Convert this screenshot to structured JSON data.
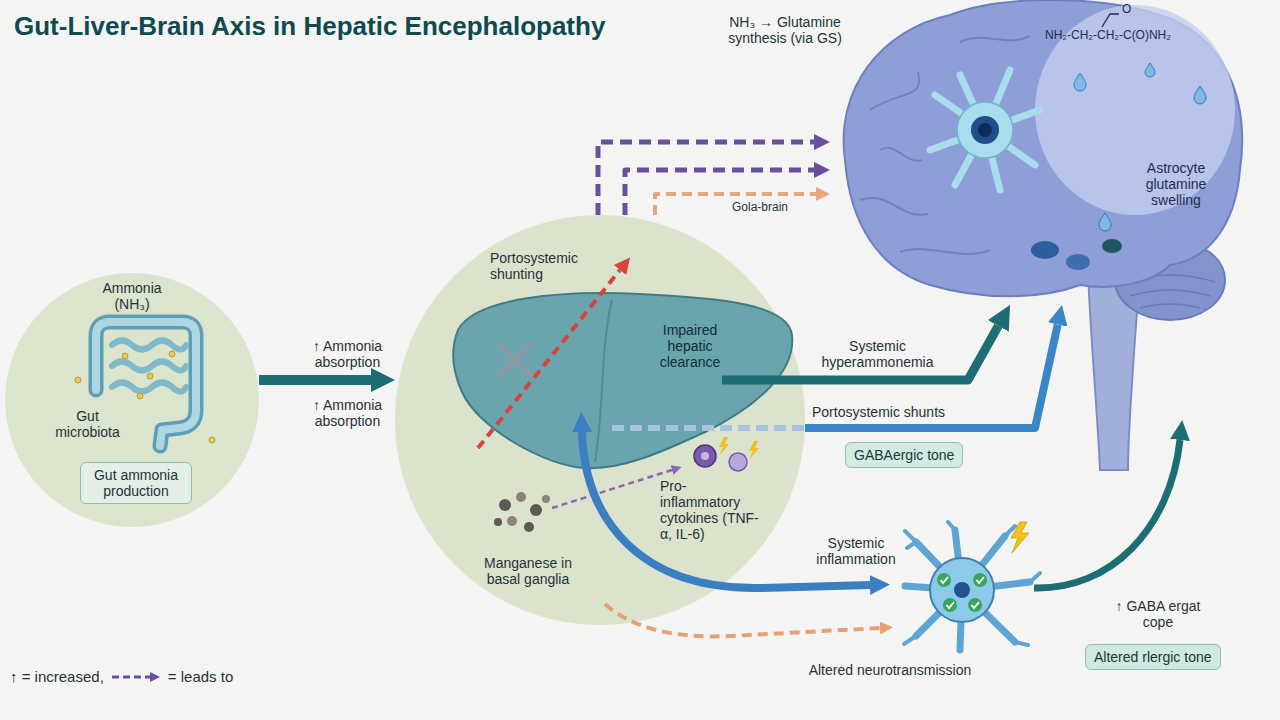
{
  "diagram": {
    "title": "Gut-Liver-Brain Axis in Hepatic Encephalopathy",
    "nodes": [
      {
        "text": [
          "Ammonia (NH₃)",
          "Gut microbiota"
        ]
      },
      {
        "text": [
          "Gut ammonia production"
        ],
        "in": 0
      },
      {
        "text": [
          "Portosystemic shunting",
          "Impaired hepatic clearance",
          "Pro-inflammatory cytokines (TNF-α, IL-6)",
          "Manganese in basal ganglia"
        ]
      },
      {
        "text": [
          "NH₂-CH₂-CH₂-C(O)NH₂",
          "Astrocyte glutamine swelling"
        ]
      },
      {
        "text": [
          "GABAergic tone"
        ]
      },
      {
        "text": [
          "Altered rlergic tone"
        ]
      }
    ],
    "edges": [
      {
        "from": 0,
        "to": 2,
        "label": "↑ Ammonia absorption",
        "arrow": "to"
      },
      {
        "from": 2,
        "to": 3,
        "label": "NH₃ → Glutamine synthesis (via GS)",
        "arrow": "to"
      },
      {
        "from": 2,
        "to": 3,
        "arrow": "to"
      },
      {
        "from": 2,
        "to": 3,
        "label": "Gola-brain",
        "arrow": "to"
      },
      {
        "from": 2,
        "to": 3,
        "label": "Systemic hyperammonemia",
        "arrow": "to"
      },
      {
        "from": 2,
        "to": 3,
        "label": "Portosystemic shunts",
        "arrow": "to"
      }
    ],
    "labels": [
      "↑ Ammonia absorption",
      "O",
      "Systemic inflammation",
      "Altered neurotransmission",
      "↑ GABA ergat cope"
    ],
    "legend": [
      {
        "text": "↑ = increased,"
      },
      {
        "text": "= leads to"
      }
    ]
  }
}
